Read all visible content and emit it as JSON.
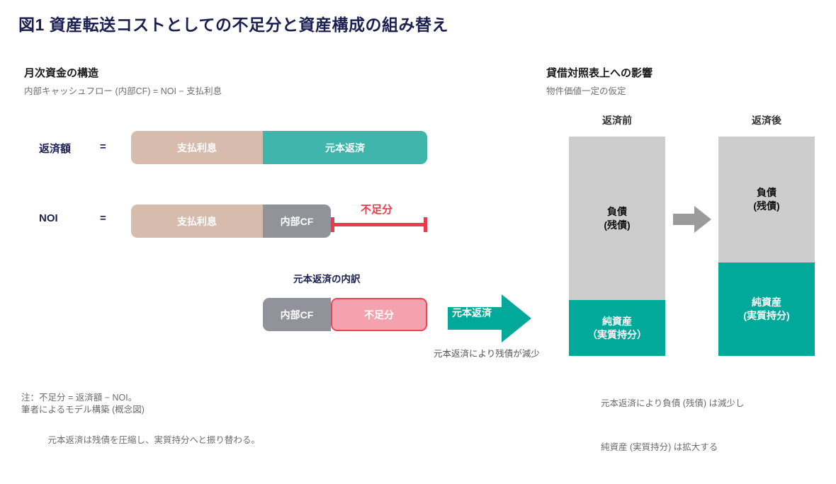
{
  "title": "図1  資産転送コストとしての不足分と資産構成の組み替え",
  "left_panel": {
    "heading": "月次資金の構造",
    "subheading": "内部キャッシュフロー (内部CF) = NOI − 支払利息",
    "rows": [
      {
        "label": "返済額",
        "equals": "=",
        "segments": [
          {
            "name": "interest",
            "label": "支払利息",
            "color": "#d7bcae"
          },
          {
            "name": "principal",
            "label": "元本返済",
            "color": "#3fb5ab"
          }
        ]
      },
      {
        "label": "NOI",
        "equals": "=",
        "segments": [
          {
            "name": "interest",
            "label": "支払利息",
            "color": "#d7bcae"
          },
          {
            "name": "internal-cf",
            "label": "内部CF",
            "color": "#92929a"
          }
        ],
        "bracket": {
          "label": "不足分",
          "color": "#ea3c4e"
        }
      }
    ],
    "breakdown": {
      "title": "元本返済の内訳",
      "segments": [
        {
          "name": "internal-cf",
          "label": "内部CF",
          "color": "#92929a"
        },
        {
          "name": "shortfall",
          "label": "不足分",
          "color": "#f4a3ae",
          "border": "#ec4555"
        }
      ]
    }
  },
  "transfer_arrow": {
    "label": "元本返済",
    "color": "#00a99a",
    "caption": "元本返済により残債が減少"
  },
  "right_panel": {
    "heading": "貸借対照表上への影響",
    "subheading": "物件価値一定の仮定",
    "columns": [
      {
        "name": "before",
        "header": "返済前",
        "liability": {
          "line1": "負債",
          "line2": "(残債)",
          "color": "#cdcdcd"
        },
        "equity": {
          "line1": "純資産",
          "line2": "（実質持分）",
          "color": "#00a99a"
        }
      },
      {
        "name": "after",
        "header": "返済後",
        "liability": {
          "line1": "負債",
          "line2": "(残債)",
          "color": "#cdcdcd"
        },
        "equity": {
          "line1": "純資産",
          "line2": "(実質持分)",
          "color": "#00a99a"
        }
      }
    ],
    "middle_arrow_color": "#9b9b9b",
    "caption_line1": "元本返済により負債 (残債) は減少し",
    "caption_line2": "純資産 (実質持分) は拡大する"
  },
  "footnotes": {
    "note_line1": "注：不足分 = 返済額 − NOI。",
    "note_line2": "　　　元本返済は残債を圧縮し、実質持分へと振り替わる。",
    "source": "筆者によるモデル構築 (概念図)"
  }
}
